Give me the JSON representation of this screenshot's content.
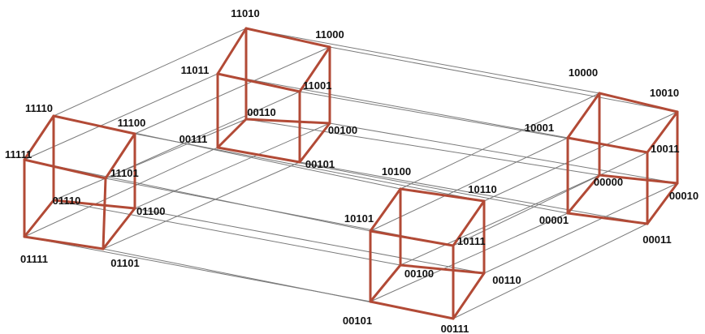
{
  "colors": {
    "cube_edge": "#b24a36",
    "link_edge": "#7a7a7a",
    "label": "#111111",
    "background": "#ffffff"
  },
  "cubes": [
    {
      "id": "left",
      "labels": {
        "tl_back": "11110",
        "tr_back": "11100",
        "tl_front": "11111",
        "tr_front": "11101",
        "bl_back": "01110",
        "br_back": "01100",
        "bl_front": "01111",
        "br_front": "01101"
      }
    },
    {
      "id": "top",
      "labels": {
        "tl_back": "11010",
        "tr_back": "11000",
        "tl_front": "11011",
        "tr_front": "11001",
        "bl_back": "00110",
        "br_back": "00100",
        "bl_front": "00111",
        "br_front": "00101"
      }
    },
    {
      "id": "bottom",
      "labels": {
        "tl_back": "10100",
        "tr_back": "10110",
        "tl_front": "10101",
        "tr_front": "10111",
        "bl_back": "00100",
        "br_back": "00110",
        "bl_front": "00101",
        "br_front": "00111"
      }
    },
    {
      "id": "right",
      "labels": {
        "tl_back": "10000",
        "tr_back": "10010",
        "tl_front": "10001",
        "tr_front": "10011",
        "bl_back": "00000",
        "br_back": "00010",
        "bl_front": "00001",
        "br_front": "00011"
      }
    }
  ]
}
